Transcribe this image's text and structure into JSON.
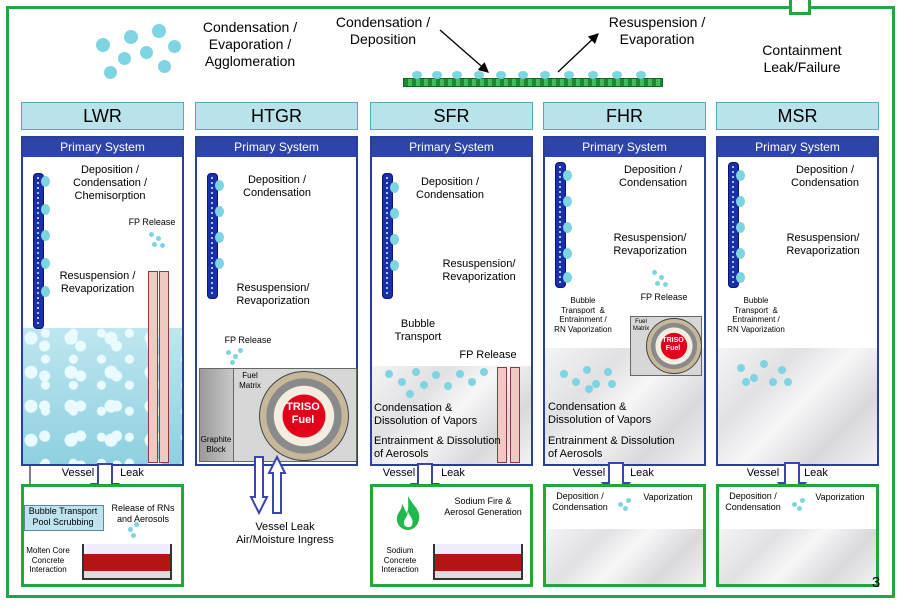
{
  "top": {
    "condensation_evap_agglom": "Condensation /\nEvaporation /\nAgglomeration",
    "condensation_deposition": "Condensation /\nDeposition",
    "resuspension_evaporation": "Resuspension /\nEvaporation",
    "containment_leak": "Containment\nLeak/Failure"
  },
  "columns": [
    {
      "title": "LWR",
      "primary": "Primary System"
    },
    {
      "title": "HTGR",
      "primary": "Primary System"
    },
    {
      "title": "SFR",
      "primary": "Primary System"
    },
    {
      "title": "FHR",
      "primary": "Primary System"
    },
    {
      "title": "MSR",
      "primary": "Primary System"
    }
  ],
  "lwr": {
    "deposition": "Deposition /\nCondensation /\nChemisorption",
    "fp_release": "FP Release",
    "resuspension": "Resuspension /\nRevaporization",
    "vessel": "Vessel",
    "leak": "Leak",
    "bubble": "Bubble Transport\nPool Scrubbing",
    "release_rns": "Release of RNs\nand Aerosols",
    "molten_core": "Molten Core\nConcrete\nInteraction"
  },
  "htgr": {
    "deposition": "Deposition /\nCondensation",
    "resuspension": "Resuspension/\nRevaporization",
    "fp_release": "FP Release",
    "fuel_matrix": "Fuel\nMatrix",
    "graphite_block": "Graphite\nBlock",
    "triso": "TRISO\nFuel",
    "vessel_leak": "Vessel Leak\nAir/Moisture Ingress"
  },
  "sfr": {
    "deposition": "Deposition /\nCondensation",
    "resuspension": "Resuspension/\nRevaporization",
    "bubble": "Bubble\nTransport",
    "fp_release": "FP Release",
    "condensation": "Condensation &\nDissolution of Vapors",
    "entrainment": "Entrainment & Dissolution\nof Aerosols",
    "vessel": "Vessel",
    "leak": "Leak",
    "sodium_fire": "Sodium Fire &\nAerosol Generation",
    "sodium_concrete": "Sodium\nConcrete\nInteraction"
  },
  "fhr": {
    "deposition": "Deposition /\nCondensation",
    "resuspension": "Resuspension/\nRevaporization",
    "fp_release": "FP Release",
    "bubble": "Bubble\nTransport  &\nEntrainment /\nRN Vaporization",
    "fuel_matrix": "Fuel\nMatrix",
    "triso": "TRISO\nFuel",
    "condensation": "Condensation &\nDissolution of Vapors",
    "entrainment": "Entrainment & Dissolution\nof Aerosols",
    "vessel": "Vessel",
    "leak": "Leak",
    "g_deposition": "Deposition /\nCondensation",
    "g_vaporization": "Vaporization"
  },
  "msr": {
    "deposition": "Deposition /\nCondensation",
    "resuspension": "Resuspension/\nRevaporization",
    "bubble": "Bubble\nTransport  &\nEntrainment /\nRN Vaporization",
    "vessel": "Vessel",
    "leak": "Leak",
    "g_deposition": "Deposition /\nCondensation",
    "g_vaporization": "Vaporization"
  },
  "page_number": "3",
  "colors": {
    "frame": "#22a83a",
    "header": "#b9e3ea",
    "primary": "#2c45a6",
    "arrow": "#3b45b0",
    "triso": "#e3001b"
  }
}
